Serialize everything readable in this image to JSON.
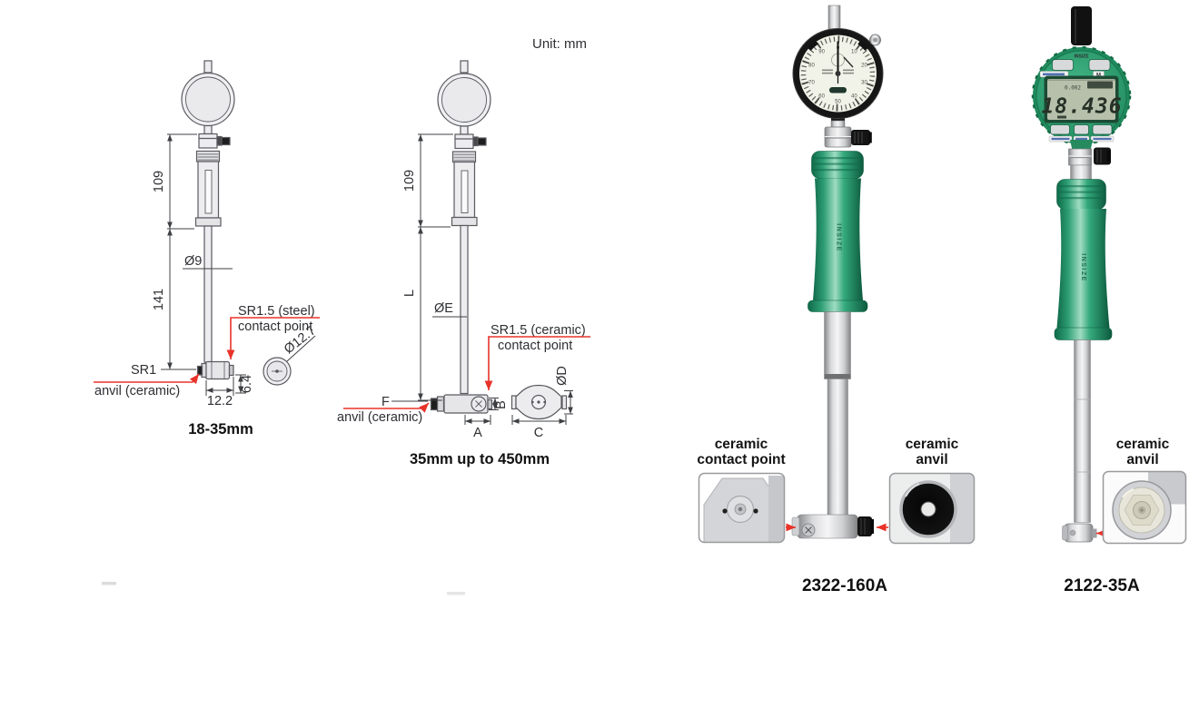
{
  "unit_label": "Unit: mm",
  "colors": {
    "insize_green": "#2d9c6e",
    "leader_red": "#e8332a"
  },
  "drawing1": {
    "dim_109": "109",
    "dim_141": "141",
    "dim_dia9": "Ø9",
    "contact_line1": "SR1.5 (steel)",
    "contact_line2": "contact point",
    "anvil_line1": "SR1",
    "anvil_line2": "anvil (ceramic)",
    "dim_12_2": "12.2",
    "dim_6_4": "6.4",
    "dim_dia12_7": "Ø12.7",
    "range_label": "18-35mm"
  },
  "drawing2": {
    "dim_109": "109",
    "dim_L": "L",
    "dim_E": "ØE",
    "contact_line1": "SR1.5 (ceramic)",
    "contact_line2": "contact point",
    "anvil_label_F": "F",
    "anvil_line": "anvil (ceramic)",
    "dim_A": "A",
    "dim_B": "B",
    "dim_C": "C",
    "dim_D": "ØD",
    "range_label": "35mm up to 450mm"
  },
  "product1": {
    "model": "2322-160A",
    "brand": "INSIZE",
    "dial_numerals": [
      "0",
      "10",
      "20",
      "30",
      "40",
      "50",
      "60",
      "70",
      "80",
      "90"
    ],
    "callout_contact_line1": "ceramic",
    "callout_contact_line2": "contact point",
    "callout_anvil_line1": "ceramic",
    "callout_anvil_line2": "anvil"
  },
  "product2": {
    "model": "2122-35A",
    "brand": "INSIZE",
    "lcd_value": "18.436",
    "lcd_small_value": "0.002",
    "m_label": "M",
    "callout_anvil_line1": "ceramic",
    "callout_anvil_line2": "anvil"
  }
}
